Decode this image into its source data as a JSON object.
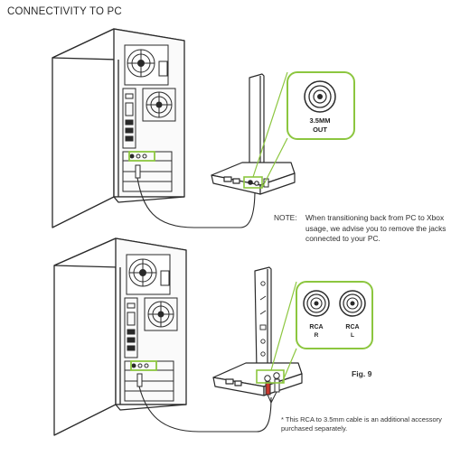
{
  "title": "CONNECTIVITY TO PC",
  "note": {
    "label": "NOTE:",
    "text": "When transitioning back from PC to Xbox usage, we advise you to remove the jacks connected to your PC."
  },
  "callout_top": {
    "line1": "3.5MM",
    "line2": "OUT"
  },
  "callout_bottom": {
    "left_label": "RCA",
    "left_sub": "R",
    "right_label": "RCA",
    "right_sub": "L"
  },
  "figure_label": "Fig. 9",
  "footnote": "* This RCA to 3.5mm cable is an additional accessory purchased separately.",
  "colors": {
    "accent_green": "#8cc63f",
    "line": "#2a2a2a",
    "fill": "#ffffff"
  }
}
